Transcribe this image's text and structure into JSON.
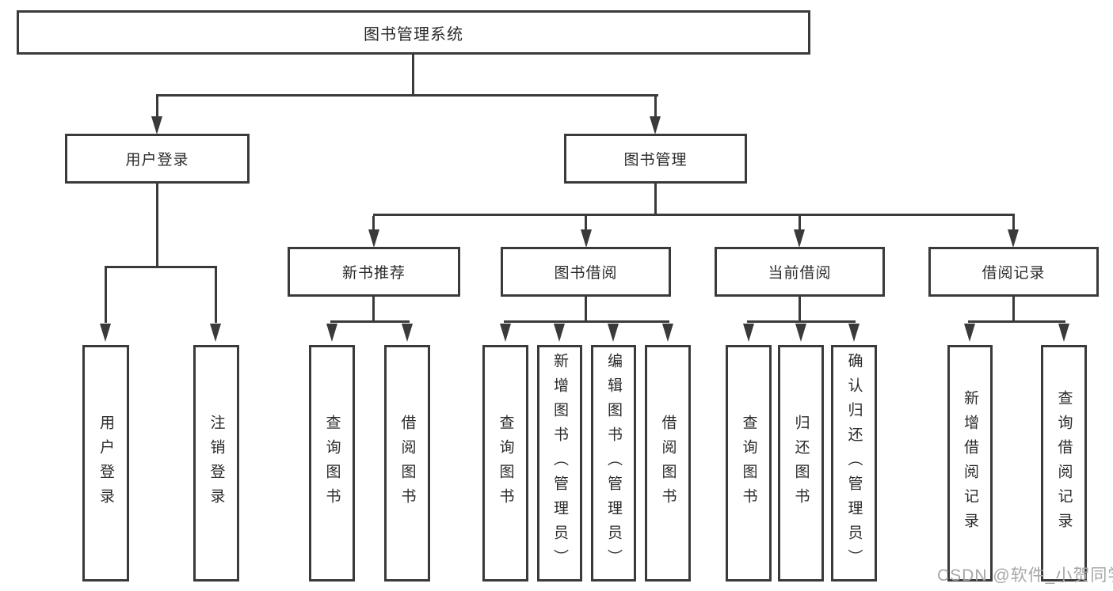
{
  "diagram": {
    "title": "图书管理系统",
    "nodes": {
      "root": "图书管理系统",
      "user_login": "用户登录",
      "book_management": "图书管理",
      "new_book_recommend": "新书推荐",
      "book_borrowing": "图书借阅",
      "current_borrowing": "当前借阅",
      "borrowing_records": "借阅记录",
      "leaf_user_login": "用户登录",
      "leaf_logout": "注销登录",
      "leaf_query_books_recommend": "查询图书",
      "leaf_borrow_books_recommend": "借阅图书",
      "leaf_query_books_borrowing": "查询图书",
      "leaf_add_books_admin": "新增图书（管理员）",
      "leaf_edit_books_admin": "编辑图书（管理员）",
      "leaf_borrow_books_borrowing": "借阅图书",
      "leaf_query_books_current": "查询图书",
      "leaf_return_books": "归还图书",
      "leaf_confirm_return_admin": "确认归还（管理员）",
      "leaf_add_borrow_record": "新增借阅记录",
      "leaf_query_borrow_record": "查询借阅记录"
    },
    "watermark": "CSDN @软件_小贺同学",
    "colors": {
      "line": "#3a3a3a",
      "text": "#2b2b2b",
      "background": "#ffffff",
      "watermark": "#a6a6a6"
    }
  }
}
